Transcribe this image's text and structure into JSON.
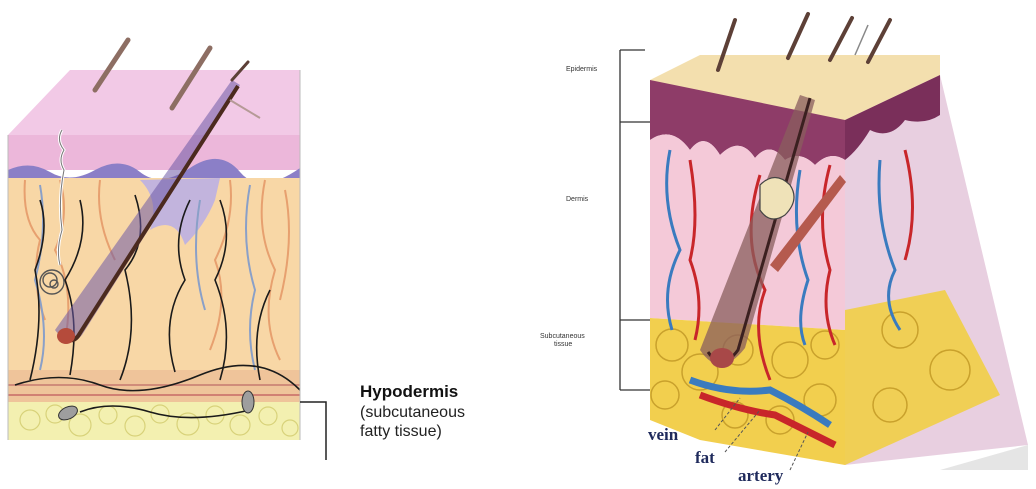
{
  "left_diagram": {
    "hypodermis_title": "Hypodermis",
    "hypodermis_sub_line1": "(subcutaneous",
    "hypodermis_sub_line2": "fatty tissue)"
  },
  "right_diagram": {
    "layer_epidermis": "Epidermis",
    "layer_dermis": "Dermis",
    "layer_subcutaneous_line1": "Subcutaneous",
    "layer_subcutaneous_line2": "tissue",
    "label_vein": "vein",
    "label_fat": "fat",
    "label_artery": "artery"
  },
  "colors": {
    "epidermis_left": "#eec3e1",
    "dermis_left": "#f8d7a6",
    "fat_left": "#f3f0b0",
    "vein": "#3a7bbf",
    "artery": "#c8262a",
    "label_serif": "#1f2a5c"
  }
}
